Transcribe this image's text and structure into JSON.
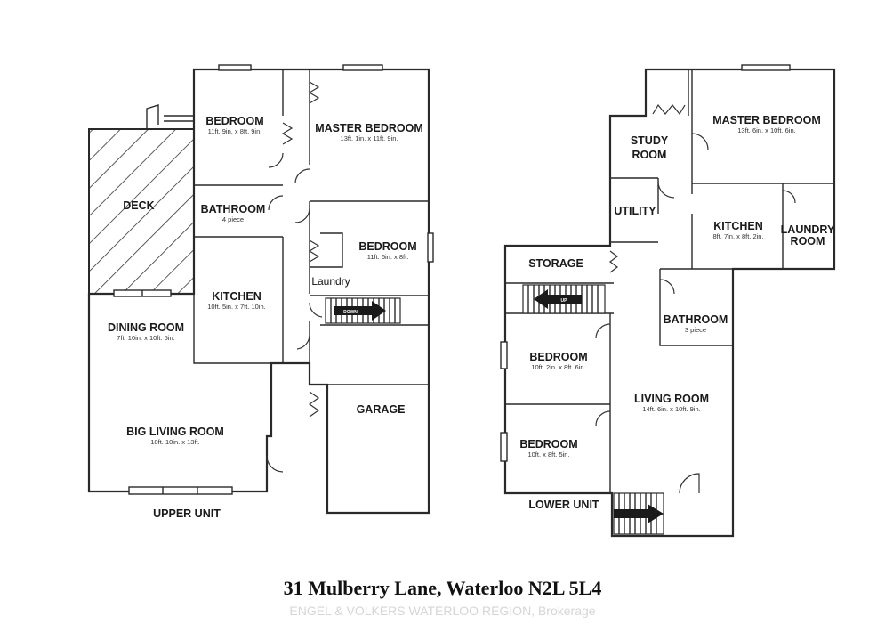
{
  "upper_unit": {
    "label": "UPPER UNIT",
    "rooms": {
      "bedroom": {
        "name": "BEDROOM",
        "dims": "11ft. 9in. x 8ft. 9in."
      },
      "master_bedroom": {
        "name": "MASTER BEDROOM",
        "dims": "13ft. 1in. x 11ft. 9in."
      },
      "deck": {
        "name": "DECK"
      },
      "bathroom": {
        "name": "BATHROOM",
        "dims": "4 piece"
      },
      "bedroom2": {
        "name": "BEDROOM",
        "dims": "11ft. 6in. x 8ft."
      },
      "laundry": {
        "name": "Laundry"
      },
      "kitchen": {
        "name": "KITCHEN",
        "dims": "10ft. 5in. x 7ft. 10in."
      },
      "dining_room": {
        "name": "DINING ROOM",
        "dims": "7ft. 10in. x 10ft. 5in."
      },
      "garage": {
        "name": "GARAGE"
      },
      "big_living_room": {
        "name": "BIG LIVING ROOM",
        "dims": "18ft. 10in. x 13ft."
      }
    },
    "stair_label": "DOWN"
  },
  "lower_unit": {
    "label": "LOWER UNIT",
    "rooms": {
      "study_room": {
        "name": "STUDY",
        "name2": "ROOM"
      },
      "master_bedroom": {
        "name": "MASTER BEDROOM",
        "dims": "13ft. 6in. x 10ft. 6in."
      },
      "utility": {
        "name": "UTILITY"
      },
      "kitchen": {
        "name": "KITCHEN",
        "dims": "8ft. 7in. x 8ft. 2in."
      },
      "laundry_room": {
        "name": "LAUNDRY",
        "name2": "ROOM"
      },
      "storage": {
        "name": "STORAGE"
      },
      "bathroom": {
        "name": "BATHROOM",
        "dims": "3 piece"
      },
      "bedroom1": {
        "name": "BEDROOM",
        "dims": "10ft. 2in. x 8ft. 6in."
      },
      "living_room": {
        "name": "LIVING ROOM",
        "dims": "14ft. 6in. x 10ft. 9in."
      },
      "bedroom2": {
        "name": "BEDROOM",
        "dims": "10ft. x 8ft. 5in."
      }
    },
    "stair_label": "UP"
  },
  "address": "31 Mulberry Lane, Waterloo N2L 5L4",
  "brokerage": "ENGEL & VOLKERS WATERLOO REGION, Brokerage"
}
